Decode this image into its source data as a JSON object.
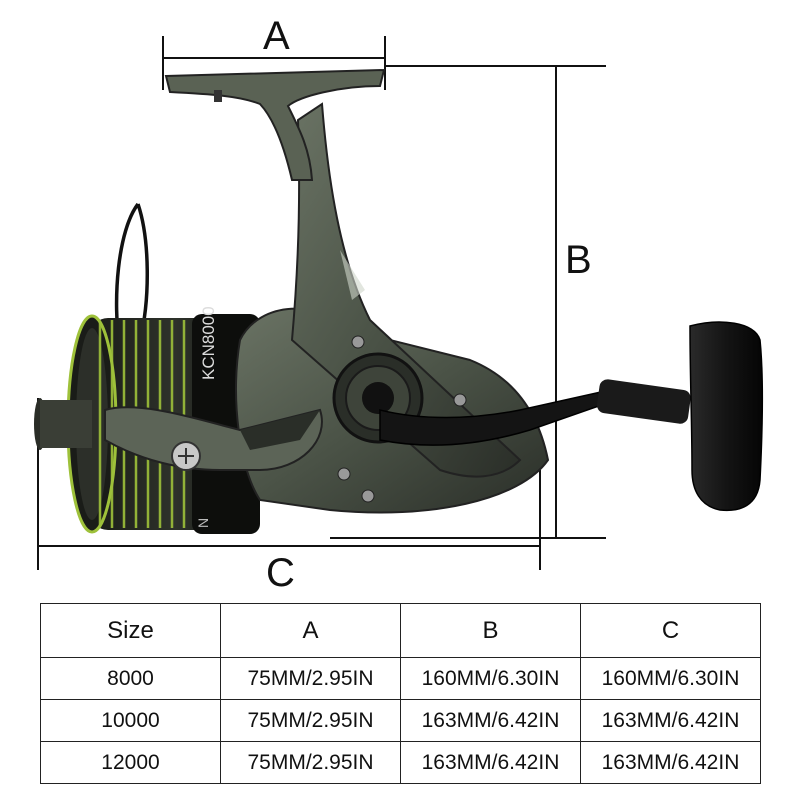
{
  "dimensions": {
    "a_label": "A",
    "b_label": "B",
    "c_label": "C"
  },
  "reel": {
    "model_text": "KCN8000",
    "spool_mark": "N"
  },
  "colors": {
    "body": "#4a5246",
    "body_dark": "#1c1f1b",
    "line_green": "#9ec13a",
    "handle": "#141414",
    "dim_line": "#111111"
  },
  "table": {
    "headers": [
      "Size",
      "A",
      "B",
      "C"
    ],
    "rows": [
      [
        "8000",
        "75MM/2.95IN",
        "160MM/6.30IN",
        "160MM/6.30IN"
      ],
      [
        "10000",
        "75MM/2.95IN",
        "163MM/6.42IN",
        "163MM/6.42IN"
      ],
      [
        "12000",
        "75MM/2.95IN",
        "163MM/6.42IN",
        "163MM/6.42IN"
      ]
    ]
  }
}
